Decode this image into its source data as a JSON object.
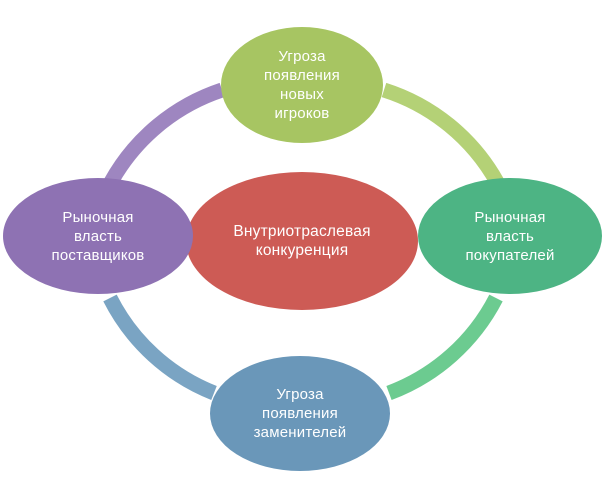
{
  "diagram": {
    "center": {
      "label": "Внутриотраслевая\nконкуренция",
      "color": "#cd5b55"
    },
    "top": {
      "label": "Угроза\nпоявления\nновых\nигроков",
      "color": "#a7c562"
    },
    "left": {
      "label": "Рыночная\nвласть\nпоставщиков",
      "color": "#8e72b3"
    },
    "right": {
      "label": "Рыночная\nвласть\nпокупателей",
      "color": "#4db484"
    },
    "bottom": {
      "label": "Угроза\nпоявления\nзаменителей",
      "color": "#6a97b9"
    },
    "arcs": {
      "top_right": "#b4d176",
      "bottom_right": "#6ccb90",
      "bottom_left": "#7aa4c3",
      "top_left": "#9e86c0"
    }
  }
}
